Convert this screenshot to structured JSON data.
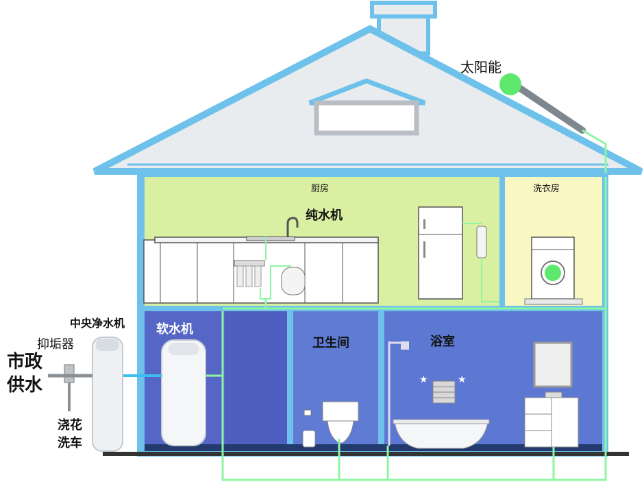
{
  "labels": {
    "solar": "太阳能",
    "kitchen": "厨房",
    "laundry": "洗衣房",
    "ro_purifier": "纯水机",
    "central_purifier": "中央净水机",
    "softener": "软水机",
    "scale_inhibitor": "抑垢器",
    "municipal_line1": "市政",
    "municipal_line2": "供水",
    "toilet_room": "卫生间",
    "bathroom": "浴室",
    "garden_line1": "浇花",
    "garden_line2": "洗车"
  },
  "colors": {
    "wall_blue": "#6ec1ea",
    "roof_fill": "#e8ecee",
    "kitchen_fill": "#d9f0a2",
    "laundry_fill": "#f9f7c2",
    "room_dark": "#4f5fc0",
    "room_mid": "#5d78d2",
    "pipe_green": "#8ef5a2",
    "solar_green": "#5ee86e",
    "pipe_blue": "#3cbfee"
  }
}
